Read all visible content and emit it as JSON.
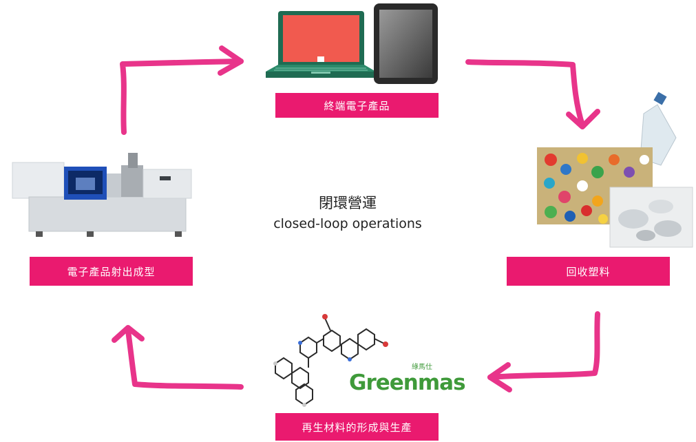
{
  "center": {
    "title": "閉環營運",
    "subtitle": "closed-loop operations"
  },
  "stages": {
    "end_products": "終端電子產品",
    "recycled_plastic": "回收塑料",
    "regenerated_material": "再生材料的形成與生產",
    "injection_molding": "電子產品射出成型"
  },
  "logo": {
    "name": "Greenmas",
    "chinese_name": "綠馬仕"
  },
  "colors": {
    "accent": "#ea1a6f",
    "arrow": "#e8348a",
    "logo_green": "#3f9a3a"
  },
  "icons": [
    "laptop-icon",
    "tablet-icon",
    "plastic-bottle-icon",
    "plastic-caps-photo",
    "injection-molding-machine",
    "molecule-structure"
  ]
}
